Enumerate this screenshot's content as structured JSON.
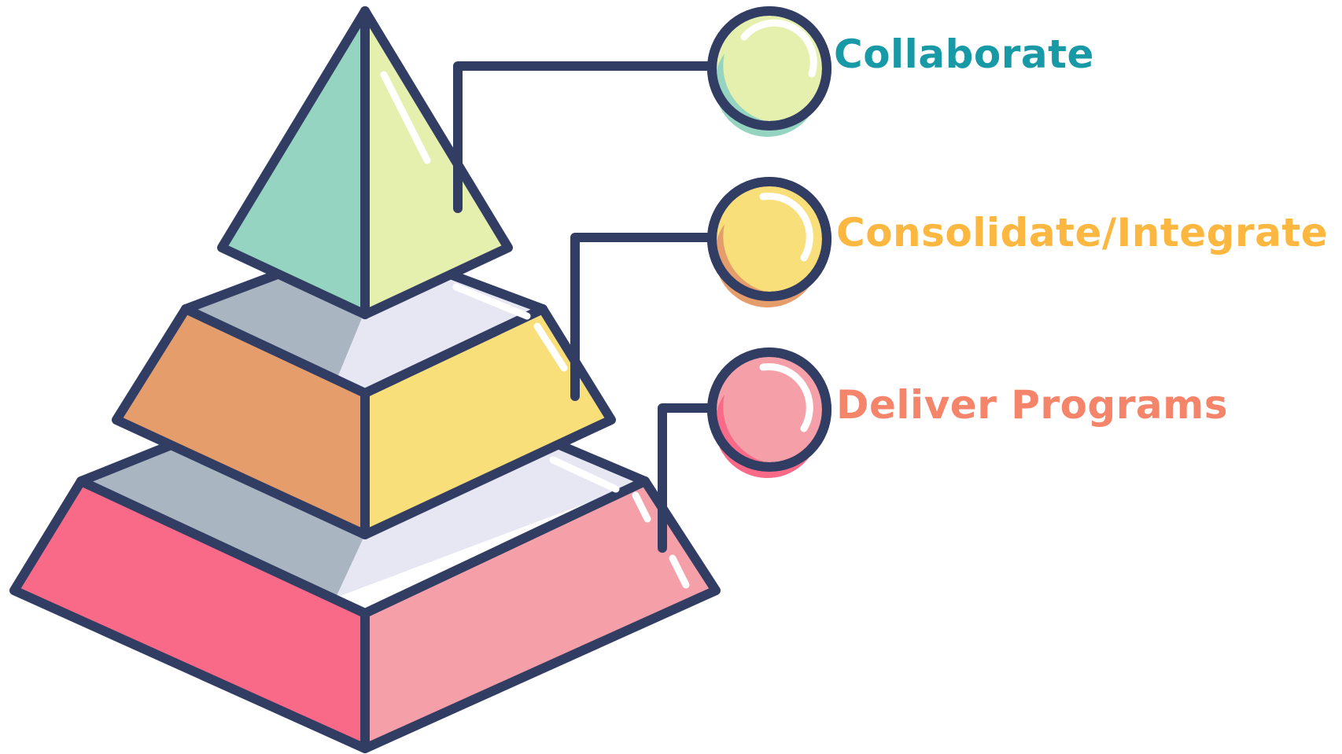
{
  "tiers": [
    {
      "id": "top",
      "label": "Collaborate",
      "color": "#1799A6",
      "ball_color": "#E6F0AE",
      "ball_shade": "#95D4C0"
    },
    {
      "id": "middle",
      "label": "Consolidate/Integrate",
      "color": "#FBB740",
      "ball_color": "#F9DF7A",
      "ball_shade": "#E59D6C"
    },
    {
      "id": "bottom",
      "label": "Deliver Programs",
      "color": "#F4846A",
      "ball_color": "#F59FA8",
      "ball_shade": "#F96A89"
    }
  ],
  "colors": {
    "outline": "#323D63",
    "top_left_face": "#95D4C0",
    "top_right_face": "#E6F0AE",
    "middle_left_face": "#E59D6C",
    "middle_right_face": "#F9DF7A",
    "bottom_left_face": "#F96A89",
    "bottom_right_face": "#F59FA8",
    "ledge_shadow": "#A9B5C1",
    "ledge_light": "#E7E7F3",
    "highlight": "#FFFFFF"
  }
}
